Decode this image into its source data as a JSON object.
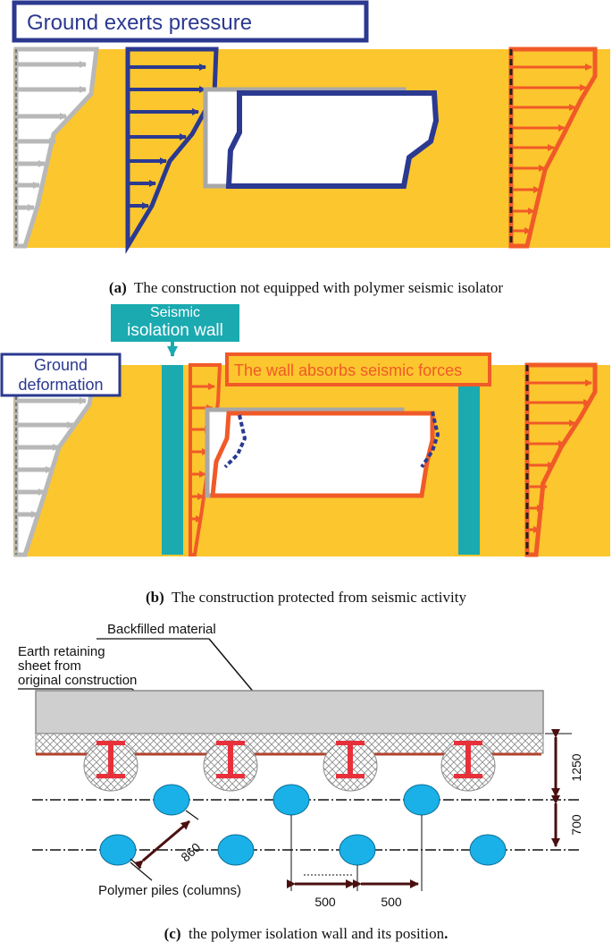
{
  "panel_a": {
    "label_box": "Ground exerts pressure",
    "caption_tag": "(a)",
    "caption_text": "The construction not equipped with polymer seismic isolator"
  },
  "panel_b": {
    "label_wall": "Seismic isolation wall",
    "label_wall_line1": "Seismic",
    "label_wall_line2": "isolation wall",
    "label_ground_line1": "Ground",
    "label_ground_line2": "deformation",
    "label_absorbs": "The wall absorbs seismic forces",
    "caption_tag": "(b)",
    "caption_text": "The construction protected from seismic activity"
  },
  "panel_c": {
    "label_backfilled": "Backfilled material",
    "label_sheet_line1": "Earth retaining",
    "label_sheet_line2": "sheet from",
    "label_sheet_line3": "original construction",
    "label_piles": "Polymer piles (columns)",
    "dim_1250": "1250",
    "dim_700": "700",
    "dim_860": "860",
    "dim_500_a": "500",
    "dim_500_b": "500",
    "caption_tag": "(c)",
    "caption_text": "the polymer isolation wall and its position",
    "caption_end": "."
  },
  "colors": {
    "ground": "#fcc62e",
    "navy": "#2b3990",
    "orange": "#f05a28",
    "teal": "#1aaab0",
    "grey_arrow": "#b8b8b8",
    "pile": "#1ab0e8",
    "beam": "#e8303a"
  }
}
